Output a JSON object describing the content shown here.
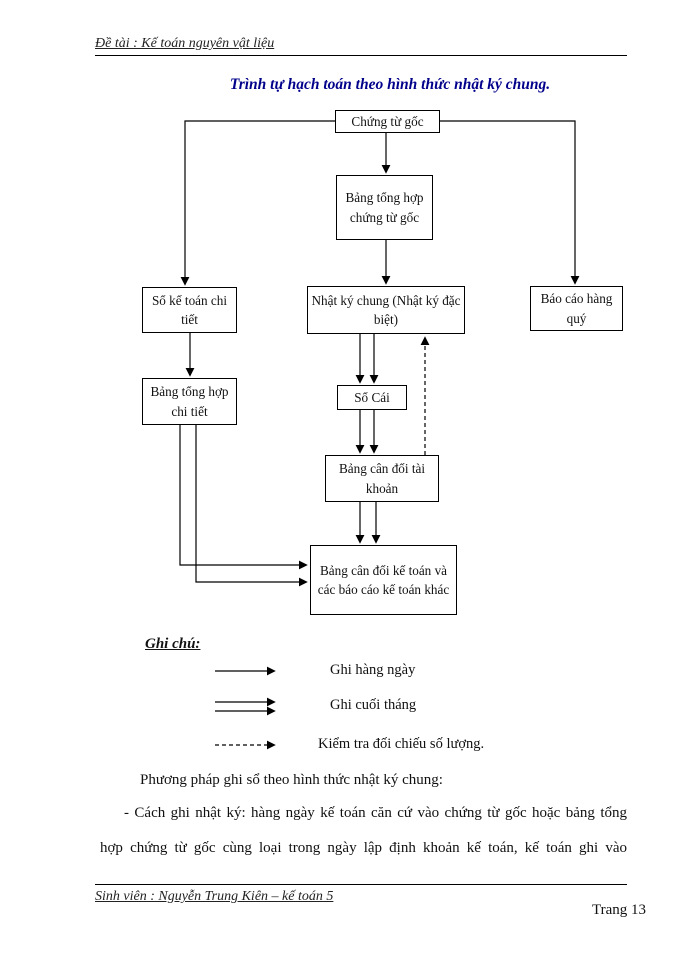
{
  "page": {
    "header_text": "Đề tài : Kế toán nguyên vật liệu",
    "footer_text": "Sinh viên : Nguyễn Trung Kiên – kế toán 5",
    "page_number": "Trang 13"
  },
  "diagram": {
    "title": "Trình tự hạch toán theo hình thức nhật ký chung.",
    "boxes": {
      "chung_tu_goc": "Chứng từ gốc",
      "bang_tong_hop_chung_tu": "Bảng tổng hợp chứng từ gốc",
      "so_ke_toan_chi_tiet": "Sổ kế toán chi tiết",
      "nhat_ky_chung": "Nhật ký chung (Nhật ký đặc biệt)",
      "bao_cao_hang_quy": "Báo cáo hàng quý",
      "bang_tong_hop_chi_tiet": "Bảng tổng hợp chi tiết",
      "so_cai": "Sổ Cái",
      "bang_can_doi_tai_khoan": "Bảng cân đối tài khoản",
      "bang_can_doi_ke_toan": "Bảng cân đối kế toán và các báo cáo kế toán khác"
    },
    "connections": [
      {
        "from": "chung_tu_goc",
        "to": "so_ke_toan_chi_tiet",
        "style": "solid"
      },
      {
        "from": "chung_tu_goc",
        "to": "bang_tong_hop_chung_tu",
        "style": "solid"
      },
      {
        "from": "chung_tu_goc",
        "to": "bao_cao_hang_quy",
        "style": "solid"
      },
      {
        "from": "bang_tong_hop_chung_tu",
        "to": "nhat_ky_chung",
        "style": "solid"
      },
      {
        "from": "so_ke_toan_chi_tiet",
        "to": "bang_tong_hop_chi_tiet",
        "style": "solid"
      },
      {
        "from": "nhat_ky_chung",
        "to": "so_cai",
        "style": "double"
      },
      {
        "from": "so_cai",
        "to": "bang_can_doi_tai_khoan",
        "style": "double"
      },
      {
        "from": "bang_can_doi_tai_khoan",
        "to": "nhat_ky_chung",
        "style": "dashed"
      },
      {
        "from": "bang_can_doi_tai_khoan",
        "to": "bang_can_doi_ke_toan",
        "style": "double"
      },
      {
        "from": "bang_tong_hop_chi_tiet",
        "to": "bang_can_doi_ke_toan",
        "style": "double"
      }
    ]
  },
  "legend": {
    "heading": "Ghi chú:",
    "items": [
      {
        "type": "solid-arrow",
        "label": "Ghi hàng ngày"
      },
      {
        "type": "double-arrow",
        "label": "Ghi cuối tháng"
      },
      {
        "type": "dashed-arrow",
        "label": "Kiểm tra đối chiếu số lượng."
      }
    ]
  },
  "body": {
    "intro": "Phương pháp ghi sổ theo hình thức nhật ký chung:",
    "para_line1": "- Cách ghi nhật ký: hàng ngày kế toán căn cứ vào chứng từ gốc hoặc bảng tổng",
    "para_line2": "hợp chứng từ gốc cùng loại trong ngày lập định khoản kế toán, kế toán ghi vào"
  }
}
